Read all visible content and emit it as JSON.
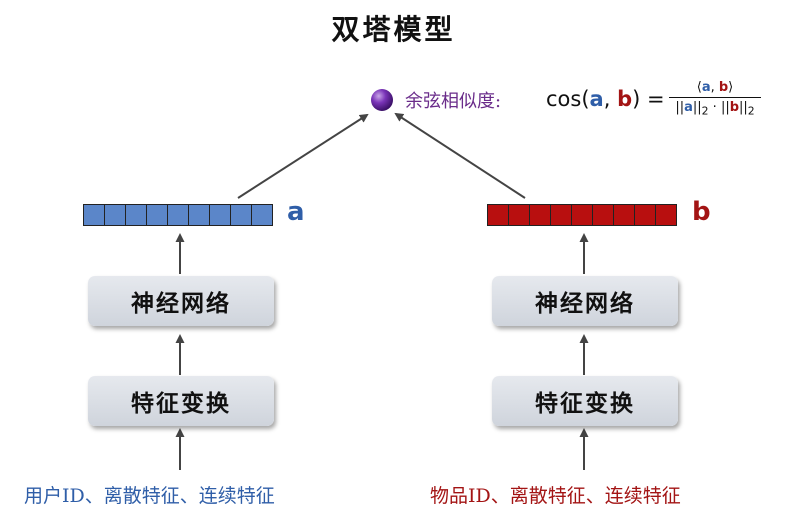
{
  "title": "双塔模型",
  "similarity": {
    "label": "余弦相似度:",
    "lhs_cos": "cos(",
    "lhs_a": "a",
    "lhs_comma": ", ",
    "lhs_b": "b",
    "lhs_close": ") =",
    "num_open": "⟨",
    "num_a": "a",
    "num_comma": ", ",
    "num_b": "b",
    "num_close": "⟩",
    "den_open1": "||",
    "den_a": "a",
    "den_close1": "||",
    "den_sub1": "2",
    "den_dot": " · ",
    "den_open2": "||",
    "den_b": "b",
    "den_close2": "||",
    "den_sub2": "2"
  },
  "left_tower": {
    "vector_label": "a",
    "nn_label": "神经网络",
    "transform_label": "特征变换",
    "features": "用户ID、离散特征、连续特征"
  },
  "right_tower": {
    "vector_label": "b",
    "nn_label": "神经网络",
    "transform_label": "特征变换",
    "features": "物品ID、离散特征、连续特征"
  },
  "colors": {
    "user_blue": "#2f5ea8",
    "item_red": "#a31414",
    "sim_purple": "#6a2c8a"
  }
}
